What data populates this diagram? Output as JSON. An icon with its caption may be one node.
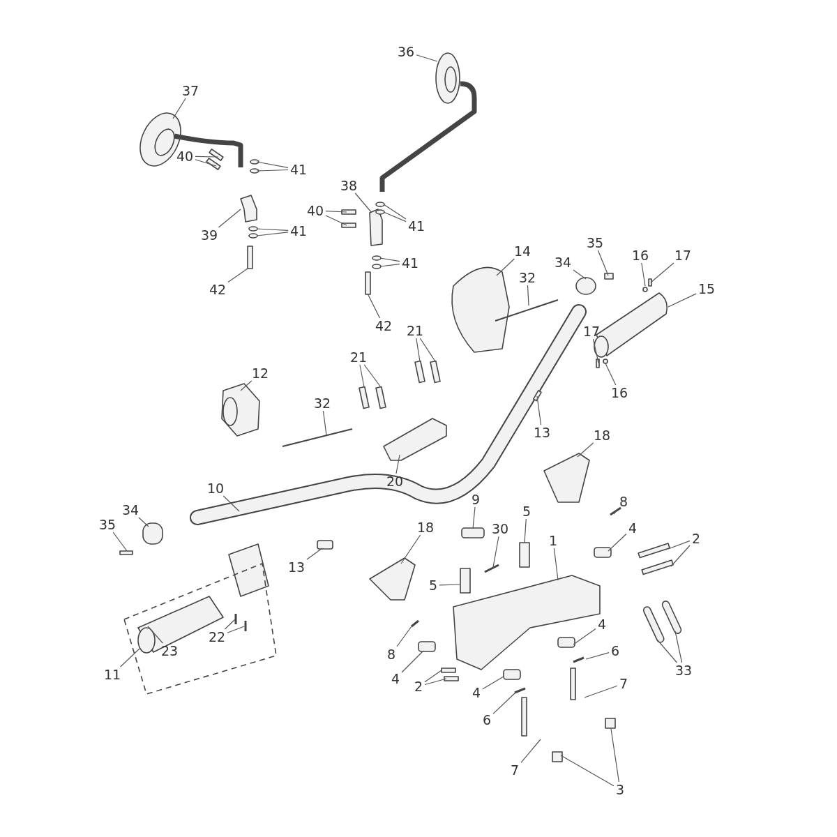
{
  "diagram": {
    "nodes": [
      {
        "text": [
          "37"
        ]
      },
      {
        "text": [
          "36"
        ]
      },
      {
        "text": [
          "40"
        ]
      },
      {
        "text": [
          "41"
        ]
      },
      {
        "text": [
          "39"
        ]
      },
      {
        "text": [
          "41"
        ]
      },
      {
        "text": [
          "42"
        ]
      },
      {
        "text": [
          "38"
        ]
      },
      {
        "text": [
          "40"
        ]
      },
      {
        "text": [
          "41"
        ]
      },
      {
        "text": [
          "41"
        ]
      },
      {
        "text": [
          "42"
        ]
      },
      {
        "text": [
          "21"
        ]
      },
      {
        "text": [
          "21"
        ]
      },
      {
        "text": [
          "12"
        ]
      },
      {
        "text": [
          "32"
        ]
      },
      {
        "text": [
          "20"
        ]
      },
      {
        "text": [
          "14"
        ]
      },
      {
        "text": [
          "32"
        ]
      },
      {
        "text": [
          "34"
        ]
      },
      {
        "text": [
          "35"
        ]
      },
      {
        "text": [
          "16"
        ]
      },
      {
        "text": [
          "17"
        ]
      },
      {
        "text": [
          "15"
        ]
      },
      {
        "text": [
          "17"
        ]
      },
      {
        "text": [
          "16"
        ]
      },
      {
        "text": [
          "13"
        ]
      },
      {
        "text": [
          "18"
        ]
      },
      {
        "text": [
          "10"
        ]
      },
      {
        "text": [
          "34"
        ]
      },
      {
        "text": [
          "35"
        ]
      },
      {
        "text": [
          "13"
        ]
      },
      {
        "text": [
          "18"
        ]
      },
      {
        "text": [
          "9"
        ]
      },
      {
        "text": [
          "30"
        ]
      },
      {
        "text": [
          "5"
        ]
      },
      {
        "text": [
          "1"
        ]
      },
      {
        "text": [
          "8"
        ]
      },
      {
        "text": [
          "4"
        ]
      },
      {
        "text": [
          "2"
        ]
      },
      {
        "text": [
          "5"
        ]
      },
      {
        "text": [
          "22"
        ]
      },
      {
        "text": [
          "23"
        ]
      },
      {
        "text": [
          "11"
        ]
      },
      {
        "text": [
          "8"
        ]
      },
      {
        "text": [
          "4"
        ]
      },
      {
        "text": [
          "2"
        ]
      },
      {
        "text": [
          "6"
        ]
      },
      {
        "text": [
          "4"
        ]
      },
      {
        "text": [
          "4"
        ]
      },
      {
        "text": [
          "6"
        ]
      },
      {
        "text": [
          "7"
        ]
      },
      {
        "text": [
          "33"
        ]
      },
      {
        "text": [
          "7"
        ]
      },
      {
        "text": [
          "3"
        ]
      }
    ],
    "edges": [
      {
        "from": 0,
        "to": null,
        "arrow": "none"
      },
      {
        "from": 1,
        "to": null,
        "arrow": "none"
      },
      {
        "from": 2,
        "to": null,
        "arrow": "none"
      },
      {
        "from": 2,
        "to": null,
        "arrow": "none"
      },
      {
        "from": 3,
        "to": null,
        "arrow": "none"
      },
      {
        "from": 3,
        "to": null,
        "arrow": "none"
      },
      {
        "from": 4,
        "to": null,
        "arrow": "none"
      },
      {
        "from": 5,
        "to": null,
        "arrow": "none"
      },
      {
        "from": 5,
        "to": null,
        "arrow": "none"
      },
      {
        "from": 6,
        "to": null,
        "arrow": "none"
      },
      {
        "from": 7,
        "to": null,
        "arrow": "none"
      },
      {
        "from": 8,
        "to": null,
        "arrow": "none"
      },
      {
        "from": 8,
        "to": null,
        "arrow": "none"
      },
      {
        "from": 9,
        "to": null,
        "arrow": "none"
      },
      {
        "from": 9,
        "to": null,
        "arrow": "none"
      },
      {
        "from": 10,
        "to": null,
        "arrow": "none"
      },
      {
        "from": 10,
        "to": null,
        "arrow": "none"
      },
      {
        "from": 11,
        "to": null,
        "arrow": "none"
      },
      {
        "from": 12,
        "to": null,
        "arrow": "none"
      },
      {
        "from": 12,
        "to": null,
        "arrow": "none"
      },
      {
        "from": 13,
        "to": null,
        "arrow": "none"
      },
      {
        "from": 13,
        "to": null,
        "arrow": "none"
      },
      {
        "from": 14,
        "to": null,
        "arrow": "none"
      },
      {
        "from": 15,
        "to": null,
        "arrow": "none"
      },
      {
        "from": 16,
        "to": null,
        "arrow": "none"
      },
      {
        "from": 17,
        "to": null,
        "arrow": "none"
      },
      {
        "from": 18,
        "to": null,
        "arrow": "none"
      },
      {
        "from": 19,
        "to": null,
        "arrow": "none"
      },
      {
        "from": 20,
        "to": null,
        "arrow": "none"
      },
      {
        "from": 21,
        "to": null,
        "arrow": "none"
      },
      {
        "from": 22,
        "to": null,
        "arrow": "none"
      },
      {
        "from": 23,
        "to": null,
        "arrow": "none"
      },
      {
        "from": 24,
        "to": null,
        "arrow": "none"
      },
      {
        "from": 25,
        "to": null,
        "arrow": "none"
      },
      {
        "from": 26,
        "to": null,
        "arrow": "none"
      },
      {
        "from": 27,
        "to": null,
        "arrow": "none"
      },
      {
        "from": 28,
        "to": null,
        "arrow": "none"
      },
      {
        "from": 29,
        "to": null,
        "arrow": "none"
      },
      {
        "from": 30,
        "to": null,
        "arrow": "none"
      },
      {
        "from": 31,
        "to": null,
        "arrow": "none"
      },
      {
        "from": 32,
        "to": null,
        "arrow": "none"
      },
      {
        "from": 33,
        "to": null,
        "arrow": "none"
      },
      {
        "from": 34,
        "to": null,
        "arrow": "none"
      },
      {
        "from": 35,
        "to": null,
        "arrow": "none"
      },
      {
        "from": 36,
        "to": null,
        "arrow": "none"
      },
      {
        "from": 37,
        "to": null,
        "arrow": "none"
      },
      {
        "from": 38,
        "to": null,
        "arrow": "none"
      },
      {
        "from": 39,
        "to": null,
        "arrow": "none"
      },
      {
        "from": 39,
        "to": null,
        "arrow": "none"
      },
      {
        "from": 40,
        "to": null,
        "arrow": "none"
      },
      {
        "from": 41,
        "to": null,
        "arrow": "none"
      },
      {
        "from": 41,
        "to": null,
        "arrow": "none"
      },
      {
        "from": 42,
        "to": null,
        "arrow": "none"
      },
      {
        "from": 43,
        "to": null,
        "arrow": "none"
      },
      {
        "from": 44,
        "to": null,
        "arrow": "none"
      },
      {
        "from": 45,
        "to": null,
        "arrow": "none"
      },
      {
        "from": 46,
        "to": null,
        "arrow": "none"
      },
      {
        "from": 46,
        "to": null,
        "arrow": "none"
      },
      {
        "from": 47,
        "to": null,
        "arrow": "none"
      },
      {
        "from": 48,
        "to": null,
        "arrow": "none"
      },
      {
        "from": 49,
        "to": null,
        "arrow": "none"
      },
      {
        "from": 50,
        "to": null,
        "arrow": "none"
      },
      {
        "from": 51,
        "to": null,
        "arrow": "none"
      },
      {
        "from": 52,
        "to": null,
        "arrow": "none"
      },
      {
        "from": 52,
        "to": null,
        "arrow": "none"
      },
      {
        "from": 53,
        "to": null,
        "arrow": "none"
      },
      {
        "from": 54,
        "to": null,
        "arrow": "none"
      },
      {
        "from": 54,
        "to": null,
        "arrow": "none"
      }
    ]
  }
}
